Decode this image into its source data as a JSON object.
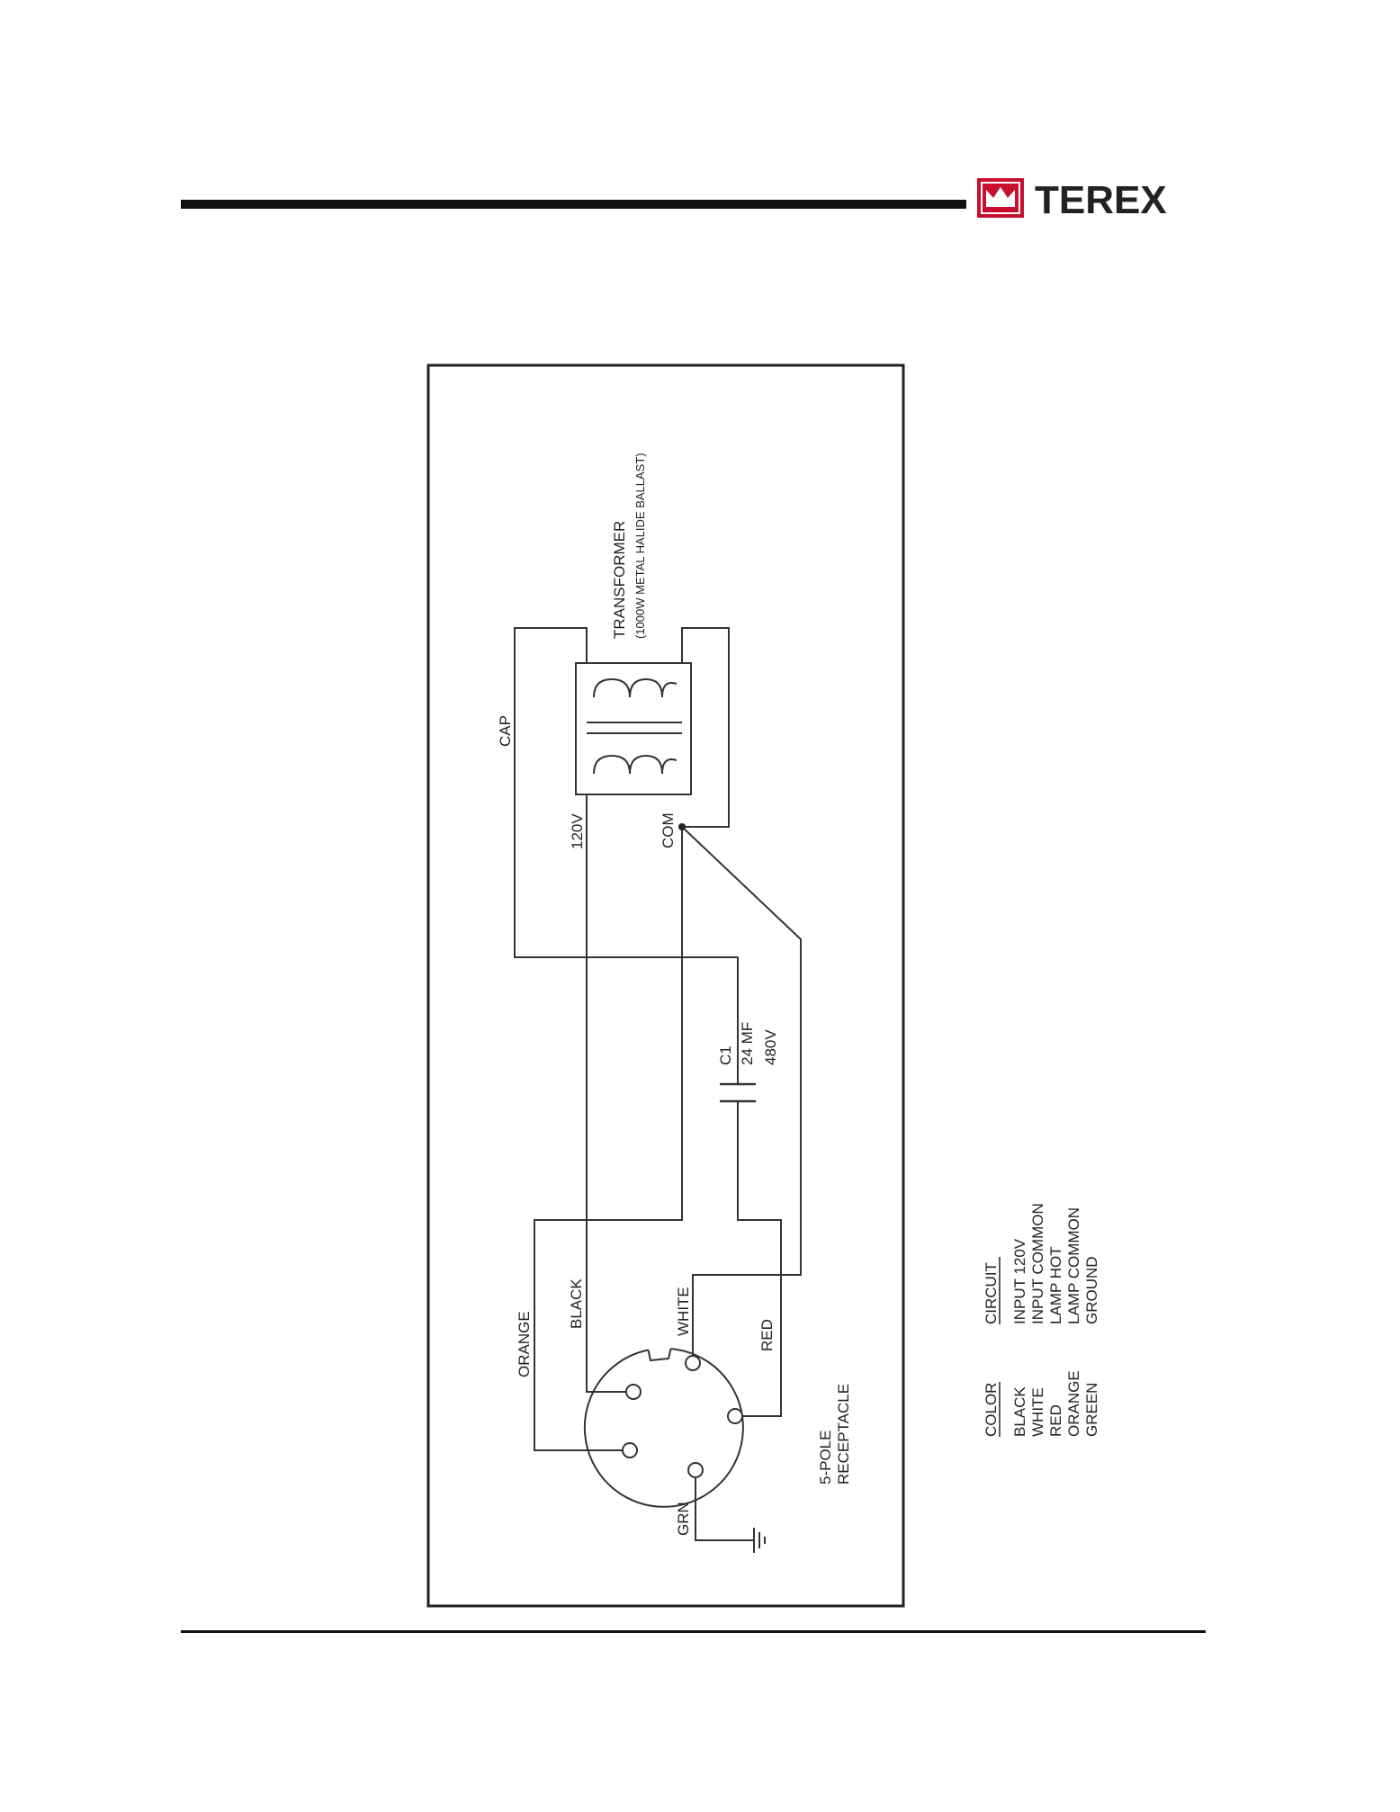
{
  "header": {
    "brand": "TEREX",
    "brand_color": "#c8102e",
    "logo_icon": "terex-crown-logo-icon"
  },
  "diagram": {
    "transformer": {
      "title": "TRANSFORMER",
      "subtitle": "(1000W METAL HALIDE BALLAST)"
    },
    "labels": {
      "cap": "CAP",
      "v120": "120V",
      "com": "COM",
      "c1": "C1",
      "c1_cap": "24 MF",
      "c1_volt": "480V",
      "orange": "ORANGE",
      "black": "BLACK",
      "white": "WHITE",
      "red": "RED",
      "grn": "GRN",
      "receptacle_1": "5-POLE",
      "receptacle_2": "RECEPTACLE"
    }
  },
  "legend": {
    "color_header": "COLOR",
    "circuit_header": "CIRCUIT",
    "rows": [
      {
        "color": "BLACK",
        "circuit": "INPUT 120V"
      },
      {
        "color": "WHITE",
        "circuit": "INPUT COMMON"
      },
      {
        "color": "RED",
        "circuit": "LAMP HOT"
      },
      {
        "color": "ORANGE",
        "circuit": "LAMP COMMON"
      },
      {
        "color": "GREEN",
        "circuit": "GROUND"
      }
    ]
  }
}
